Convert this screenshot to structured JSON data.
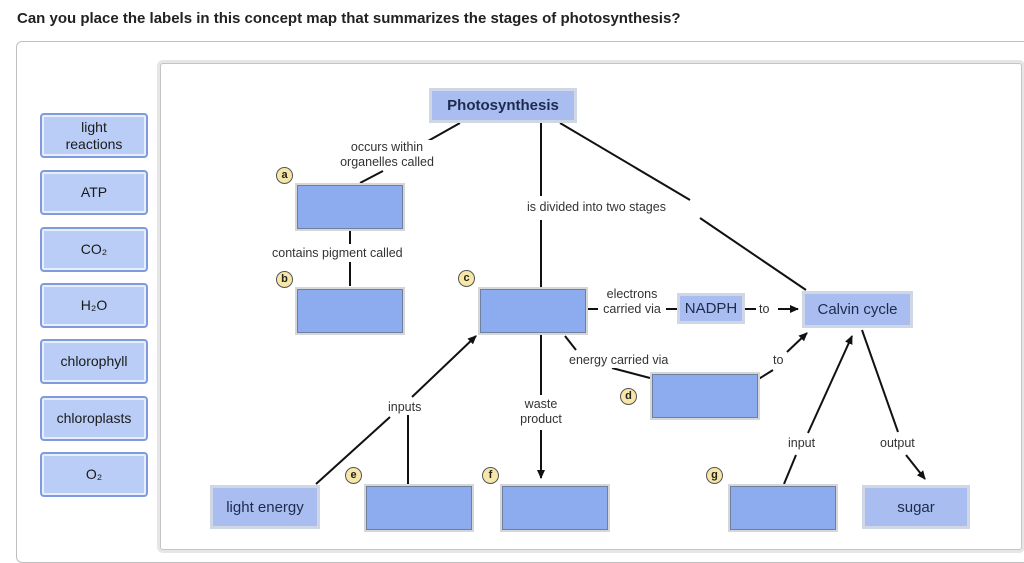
{
  "question": "Can you place the labels in this concept map that summarizes the stages of photosynthesis?",
  "label_bank": [
    {
      "text": "light reactions"
    },
    {
      "text": "ATP"
    },
    {
      "text": "CO₂"
    },
    {
      "text": "H₂O"
    },
    {
      "text": "chlorophyll"
    },
    {
      "text": "chloroplasts"
    },
    {
      "text": "O₂"
    }
  ],
  "concept_map": {
    "title_node": "Photosynthesis",
    "fixed_nodes": {
      "nadph": "NADPH",
      "calvin_cycle": "Calvin cycle",
      "light_energy": "light energy",
      "sugar": "sugar"
    },
    "link_labels": {
      "occurs_within": "occurs within organelles called",
      "divided_into": "is divided into two stages",
      "contains_pigment": "contains pigment called",
      "electrons_carried": "electrons carried via",
      "to_1": "to",
      "energy_carried": "energy carried via",
      "to_2": "to",
      "inputs": "inputs",
      "waste_product": "waste product",
      "input": "input",
      "output": "output"
    },
    "targets": [
      "a",
      "b",
      "c",
      "d",
      "e",
      "f",
      "g"
    ]
  }
}
